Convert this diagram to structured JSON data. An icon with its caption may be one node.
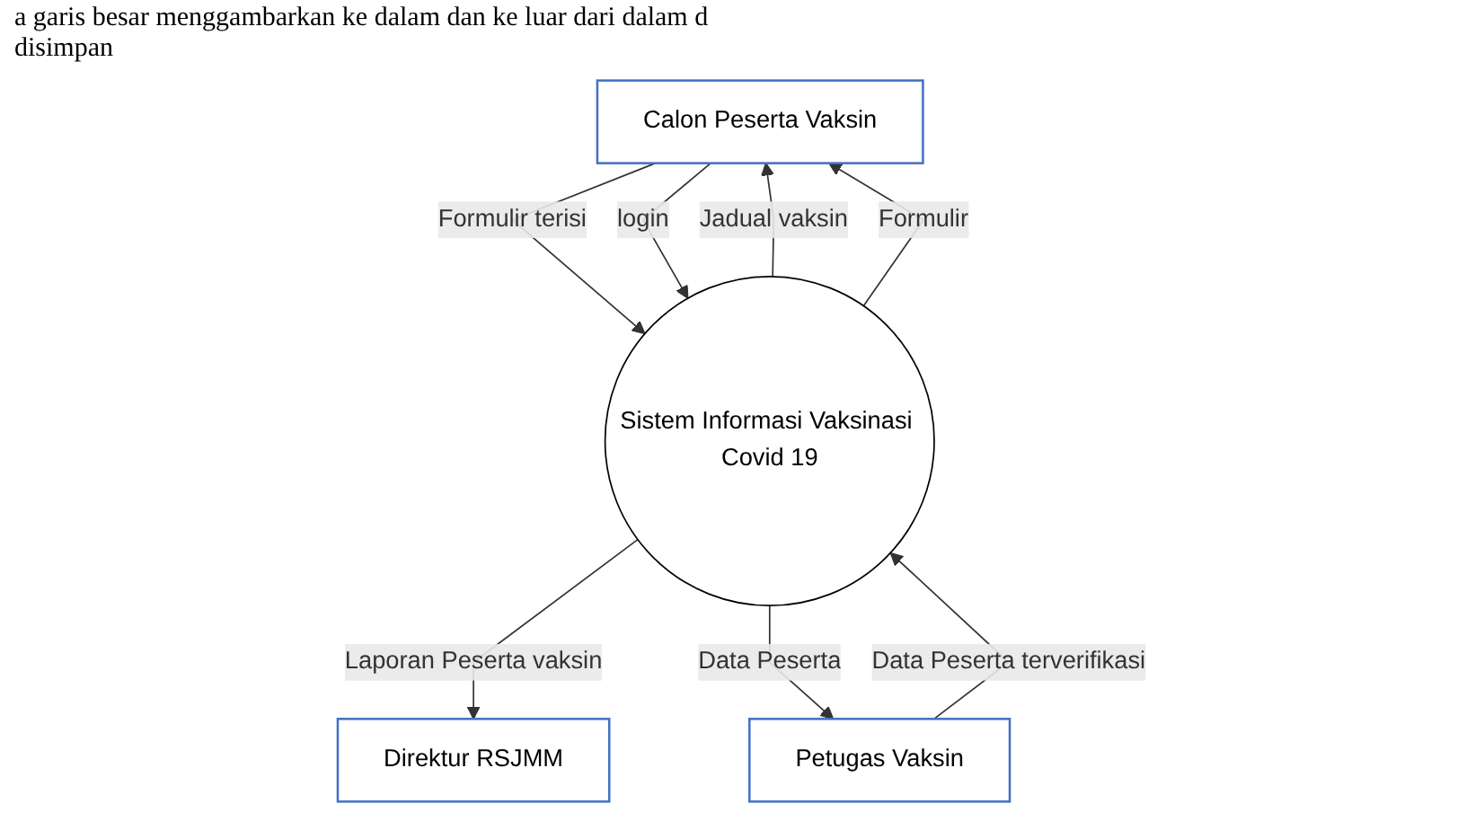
{
  "diagram": {
    "nodes": [
      {
        "text": [
          "Calon Peserta Vaksin"
        ]
      },
      {
        "text": [
          "Sistem Informasi Vaksinasi Covid 19"
        ]
      },
      {
        "text": [
          "Direktur RSJMM"
        ]
      },
      {
        "text": [
          "Petugas Vaksin"
        ]
      }
    ],
    "edges": [
      {
        "from": 1,
        "to": 0,
        "arrow": "to",
        "label": "Jadual vaksin"
      },
      {
        "from": 0,
        "to": 1,
        "arrow": "to",
        "label": "Formulir terisi"
      },
      {
        "from": 1,
        "to": 0,
        "arrow": "to",
        "label": "Formulir"
      },
      {
        "from": 0,
        "to": 1,
        "arrow": "to",
        "label": "login"
      },
      {
        "from": 1,
        "to": 2,
        "arrow": "to",
        "label": "Laporan Peserta vaksin"
      },
      {
        "from": 1,
        "to": 3,
        "arrow": "to",
        "label": "Data Peserta"
      },
      {
        "from": 3,
        "to": 1,
        "arrow": "to",
        "label": "Data Peserta terverifikasi"
      }
    ],
    "labels": [
      "a garis besar menggambarkan ke dalam dan ke luar dari dalam d",
      "disimpan"
    ]
  }
}
